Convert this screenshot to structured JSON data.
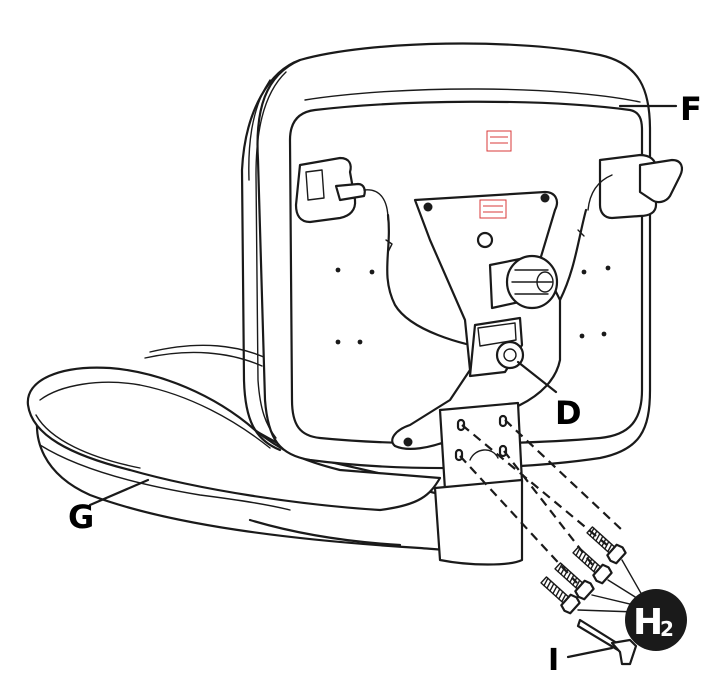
{
  "labels": {
    "F": "F",
    "G": "G",
    "D": "D",
    "H2_main": "H",
    "H2_sub": "2",
    "I": "I"
  },
  "colors": {
    "line": "#1a1a1a",
    "sticker": "#d83a3a",
    "badge": "#1a1a1a",
    "badge_text": "#ffffff"
  },
  "icons": {
    "screws": "screw-icon",
    "allen_key": "allen-key-icon",
    "tension_knob": "tension-knob-icon"
  }
}
